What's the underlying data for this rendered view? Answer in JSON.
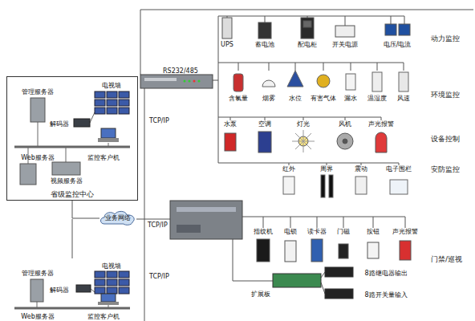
{
  "diagram": {
    "nodes": [
      {
        "text": [
          "省级监控中心"
        ]
      },
      {
        "text": [
          "管理服务器"
        ],
        "in": 0
      },
      {
        "text": [
          "电视墙"
        ],
        "in": 0
      },
      {
        "text": [
          "解码器"
        ],
        "in": 0
      },
      {
        "text": [
          "Web服务器"
        ],
        "in": 0
      },
      {
        "text": [
          "监控客户机"
        ],
        "in": 0
      },
      {
        "text": [
          "视频服务器"
        ],
        "in": 0
      },
      {
        "text": [
          "管理服务器"
        ]
      },
      {
        "text": [
          "电视墙"
        ]
      },
      {
        "text": [
          "解码器"
        ]
      },
      {
        "text": [
          "Web服务器"
        ]
      },
      {
        "text": [
          "监控客户机"
        ]
      },
      {
        "text": [
          "业务网络"
        ]
      },
      {
        "text": [
          "UPS"
        ]
      },
      {
        "text": [
          "蓄电池"
        ]
      },
      {
        "text": [
          "配电柜"
        ]
      },
      {
        "text": [
          "开关电源"
        ]
      },
      {
        "text": [
          "电压/电流"
        ]
      },
      {
        "text": [
          "含氯量"
        ]
      },
      {
        "text": [
          "烟雾"
        ]
      },
      {
        "text": [
          "水位"
        ]
      },
      {
        "text": [
          "有害气体"
        ]
      },
      {
        "text": [
          "漏水"
        ]
      },
      {
        "text": [
          "温湿度"
        ]
      },
      {
        "text": [
          "风速"
        ]
      },
      {
        "text": [
          "水泵"
        ]
      },
      {
        "text": [
          "空调"
        ]
      },
      {
        "text": [
          "灯光"
        ]
      },
      {
        "text": [
          "风机"
        ]
      },
      {
        "text": [
          "声光报警"
        ]
      },
      {
        "text": [
          "红外"
        ]
      },
      {
        "text": [
          "周界"
        ]
      },
      {
        "text": [
          "震动"
        ]
      },
      {
        "text": [
          "电子围栏"
        ]
      },
      {
        "text": [
          "指纹机"
        ]
      },
      {
        "text": [
          "电锁"
        ]
      },
      {
        "text": [
          "读卡器"
        ]
      },
      {
        "text": [
          "门磁"
        ]
      },
      {
        "text": [
          "按钮"
        ]
      },
      {
        "text": [
          "声光报警"
        ]
      },
      {
        "text": [
          "扩展板"
        ]
      },
      {
        "text": [
          "8路继电器输出"
        ]
      },
      {
        "text": [
          "8路开关量输入"
        ]
      }
    ],
    "edges": [
      {
        "from": 0,
        "to": 12,
        "arrow": "none"
      }
    ],
    "labels": [
      "RS232/485",
      "TCP/IP",
      "TCP/IP",
      "TCP/IP",
      "动力监控",
      "环境监控",
      "设备控制",
      "安防监控",
      "门禁/巡视"
    ]
  }
}
